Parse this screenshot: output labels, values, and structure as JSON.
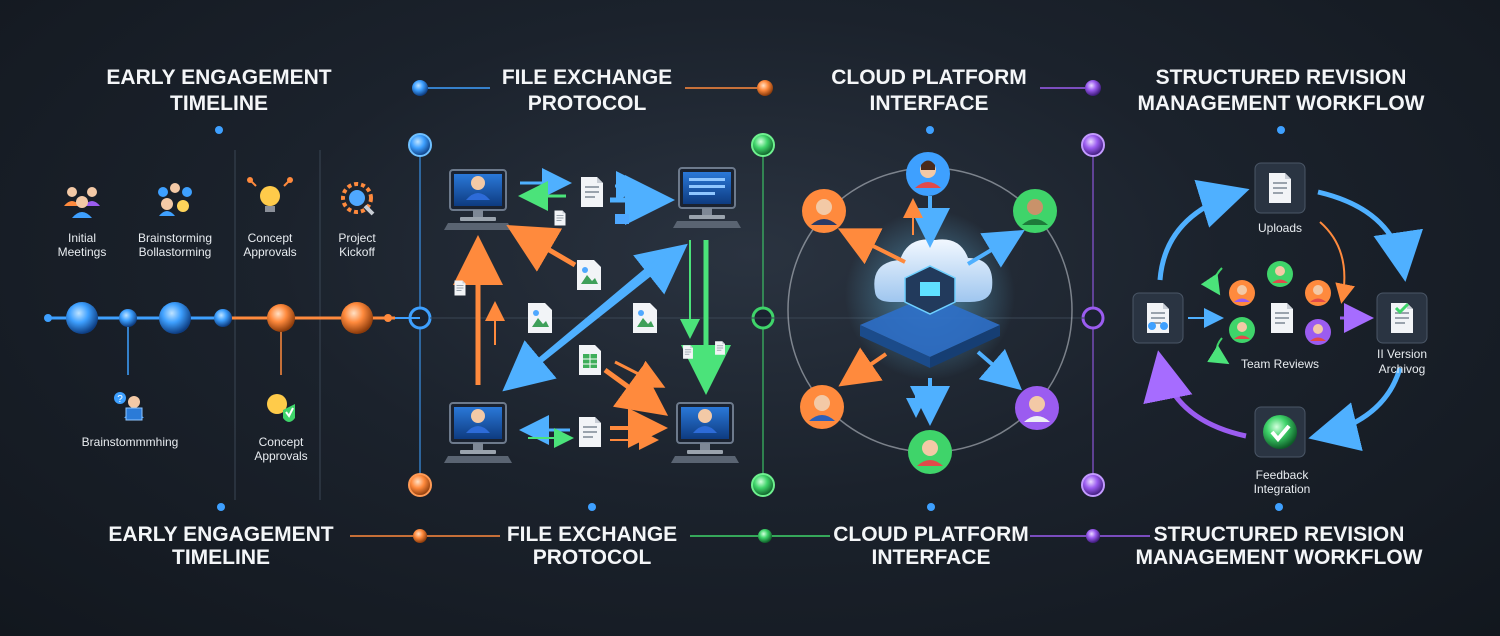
{
  "colors": {
    "blue": "#3ea0ff",
    "orange": "#ff8a3d",
    "green": "#3fd46a",
    "purple": "#9b5cf0",
    "background": "#1b222c"
  },
  "top_titles": [
    {
      "line1": "EARLY ENGAGEMENT",
      "line2": "TIMELINE"
    },
    {
      "line1": "FILE EXCHANGE",
      "line2": "PROTOCOL"
    },
    {
      "line1": "CLOUD PLATFORM",
      "line2": "INTERFACE"
    },
    {
      "line1": "STRUCTURED REVISION",
      "line2": "MANAGEMENT WORKFLOW"
    }
  ],
  "bottom_titles": [
    {
      "line1": "EARLY ENGAGEMENT",
      "line2": "TIMELINE"
    },
    {
      "line1": "FILE EXCHANGE",
      "line2": "PROTOCOL"
    },
    {
      "line1": "CLOUD PLATFORM",
      "line2": "INTERFACE"
    },
    {
      "line1": "STRUCTURED REVISION",
      "line2": "MANAGEMENT WORKFLOW"
    }
  ],
  "timeline": {
    "steps_top": [
      {
        "line1": "Initial",
        "line2": "Meetings",
        "icon": "team-icon"
      },
      {
        "line1": "Brainstorming",
        "line2": "Bollastorming",
        "icon": "ideas-icon"
      },
      {
        "line1": "Concept",
        "line2": "Approvals",
        "icon": "lightbulb-icon"
      },
      {
        "line1": "Project",
        "line2": "Kickoff",
        "icon": "gear-search-icon"
      }
    ],
    "steps_bottom": [
      {
        "line1": "Brainstommmhing",
        "line2": "",
        "icon": "question-people-icon"
      },
      {
        "line1": "Concept",
        "line2": "Approvals",
        "icon": "approval-check-icon"
      }
    ]
  },
  "cloud": {
    "icons": [
      "avatar-icon",
      "cloud-server-icon"
    ]
  },
  "revision": {
    "nodes": [
      {
        "line1": "Uploads",
        "line2": "",
        "icon": "document-icon"
      },
      {
        "line1": "Team Reviews",
        "line2": "",
        "icon": "team-review-icon"
      },
      {
        "line1": "II Version",
        "line2": "Archivog",
        "icon": "version-check-icon"
      },
      {
        "line1": "Feedback",
        "line2": "Integration",
        "icon": "check-circle-icon"
      }
    ]
  }
}
